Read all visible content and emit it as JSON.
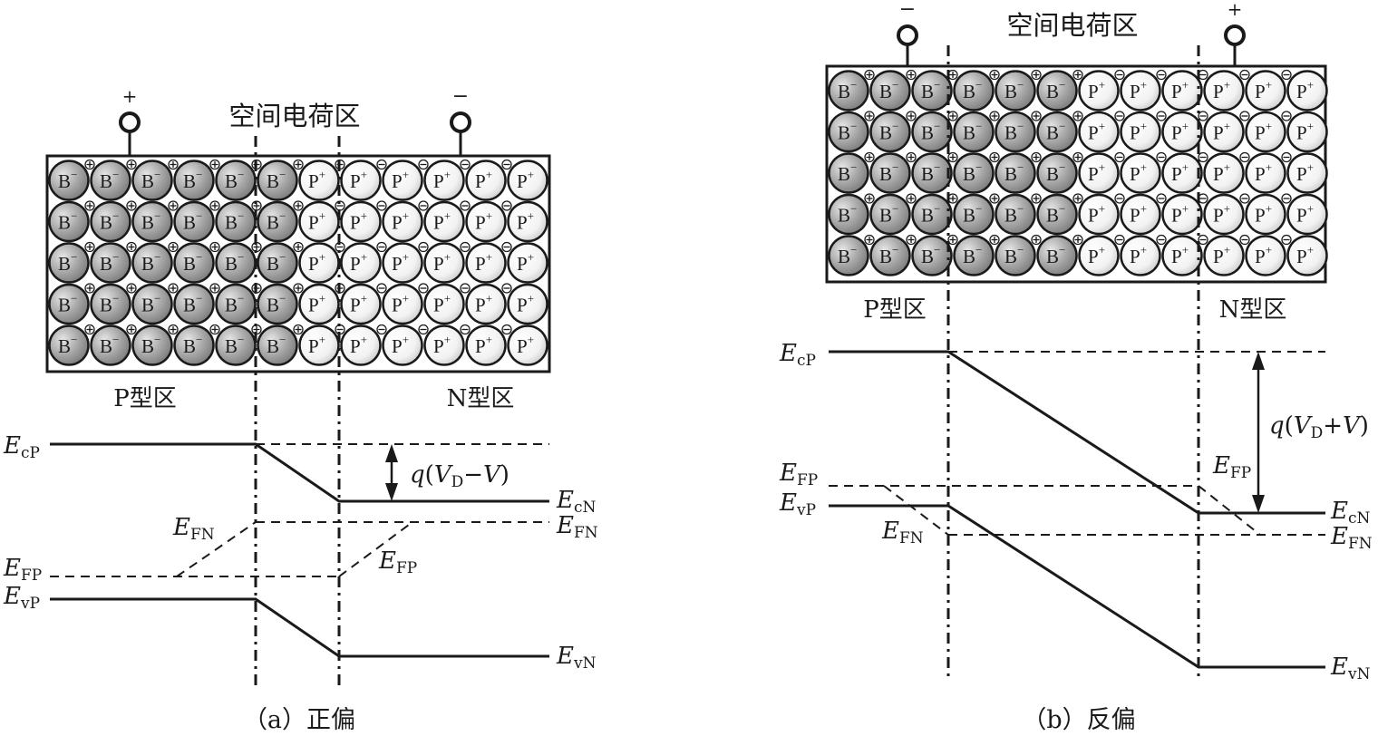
{
  "panel_a": {
    "caption": "（a）正偏",
    "title": "空间电荷区",
    "electrode_left": "+",
    "electrode_right": "−",
    "p_region": "P型区",
    "n_region": "N型区",
    "acceptor_ion": "B",
    "acceptor_sign": "−",
    "donor_ion": "P",
    "donor_sign": "+",
    "acceptor_columns": 6,
    "donor_columns": 6,
    "rows": 5,
    "bands": {
      "ecp": "E",
      "ecp_sub": "cP",
      "ecn": "E",
      "ecn_sub": "cN",
      "efn_right": "E",
      "efn_right_sub": "FN",
      "efn_mid": "E",
      "efn_mid_sub": "FN",
      "efp_left": "E",
      "efp_left_sub": "FP",
      "efp_mid": "E",
      "efp_mid_sub": "FP",
      "evp": "E",
      "evp_sub": "vP",
      "evn": "E",
      "evn_sub": "vN"
    },
    "barrier": {
      "q": "q",
      "open": "(",
      "v": "V",
      "sub": "D",
      "op": "−V",
      "close": ")"
    }
  },
  "panel_b": {
    "caption": "（b）反偏",
    "title": "空间电荷区",
    "electrode_left": "−",
    "electrode_right": "+",
    "p_region": "P型区",
    "n_region": "N型区",
    "acceptor_ion": "B",
    "acceptor_sign": "−",
    "donor_ion": "P",
    "donor_sign": "+",
    "acceptor_columns": 6,
    "donor_columns": 6,
    "rows": 5,
    "bands": {
      "ecp": "E",
      "ecp_sub": "cP",
      "efp": "E",
      "efp_sub": "FP",
      "evp": "E",
      "evp_sub": "vP",
      "efn_mid": "E",
      "efn_mid_sub": "FN",
      "efp_right": "E",
      "efp_right_sub": "FP",
      "ecn": "E",
      "ecn_sub": "cN",
      "efn_right": "E",
      "efn_right_sub": "FN",
      "evn": "E",
      "evn_sub": "vN"
    },
    "barrier": {
      "q": "q",
      "open": "(",
      "v": "V",
      "sub": "D",
      "op": "+V",
      "close": ")"
    }
  },
  "colors": {
    "acceptor_fill": "#9a9a9a",
    "donor_fill": "#f0f0f0",
    "line": "#1a1a1a"
  }
}
